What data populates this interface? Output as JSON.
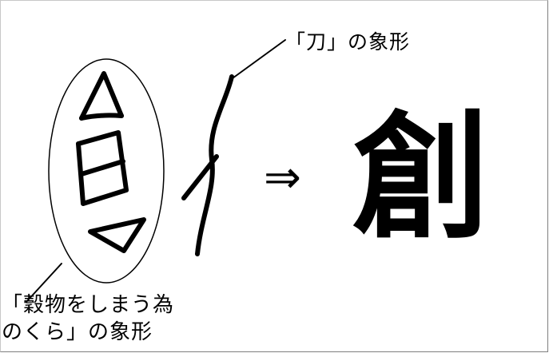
{
  "labels": {
    "sword_pictograph": "「刀」の象形",
    "granary_line1": "「穀物をしまう為",
    "granary_line2": "のくら」の象形"
  },
  "arrow": "⇒",
  "result_character": "創",
  "colors": {
    "ink": "#000000",
    "background": "#ffffff"
  }
}
